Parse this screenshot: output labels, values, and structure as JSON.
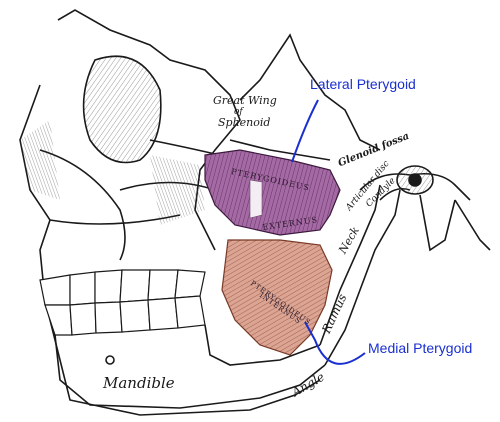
{
  "labels": {
    "lateral_pterygoid": "Lateral Pterygoid",
    "medial_pterygoid": "Medial Pterygoid"
  },
  "engraving": {
    "great_wing_line1": "Great Wing",
    "great_wing_line2": "of",
    "great_wing_line3": "Sphenoid",
    "glenoid_fossa": "Glenoid fossa",
    "articular_disc": "Articular disc",
    "condyle": "Condyle",
    "pterygoideus_ext_1": "PTERYGOIDEUS",
    "pterygoideus_ext_2": "EXTERNUS",
    "pterygoideus_int_1": "PTERYGOIDEUS",
    "pterygoideus_int_2": "INTERNUS",
    "neck": "Neck",
    "ramus": "Ramus",
    "angle": "Angle",
    "mandible": "Mandible"
  },
  "colors": {
    "label_blue": "#1a2fd0",
    "lateral_muscle": "#9a5a9a",
    "medial_muscle": "#d49a88",
    "ink": "#1a1a1a"
  }
}
